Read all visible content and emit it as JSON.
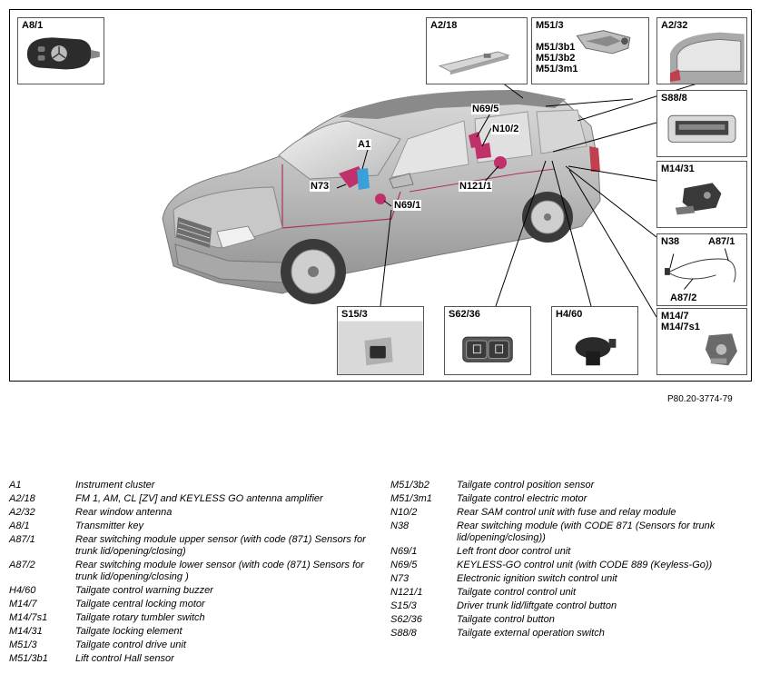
{
  "figure": {
    "boxes": {
      "a81": "A8/1",
      "a218": "A2/18",
      "m513": "M51/3\n\nM51/3b1\nM51/3b2\nM51/3m1",
      "a232": "A2/32",
      "s888": "S88/8",
      "m1431": "M14/31",
      "n38": "N38",
      "a871": "A87/1",
      "a872": "A87/2",
      "m147": "M14/7\nM14/7s1",
      "s153": "S15/3",
      "s6236": "S62/36",
      "h460": "H4/60"
    },
    "refs": {
      "n695": "N69/5",
      "n102": "N10/2",
      "a1": "A1",
      "n73": "N73",
      "n691": "N69/1",
      "n1211": "N121/1"
    },
    "code": "P80.20-3774-79"
  },
  "legend": {
    "left": [
      {
        "k": "A1",
        "v": "Instrument cluster"
      },
      {
        "k": "A2/18",
        "v": "FM 1, AM, CL [ZV] and KEYLESS GO antenna amplifier"
      },
      {
        "k": "A2/32",
        "v": "Rear window antenna"
      },
      {
        "k": "A8/1",
        "v": "Transmitter key"
      },
      {
        "k": "A87/1",
        "v": "Rear switching module upper sensor (with code (871) Sensors for trunk lid/opening/closing)"
      },
      {
        "k": "A87/2",
        "v": "Rear switching module lower sensor (with code (871) Sensors for trunk lid/opening/closing )"
      },
      {
        "k": "H4/60",
        "v": "Tailgate control warning buzzer"
      },
      {
        "k": "M14/7",
        "v": "Tailgate central locking motor"
      },
      {
        "k": "M14/7s1",
        "v": "Tailgate rotary tumbler switch"
      },
      {
        "k": "M14/31",
        "v": "Tailgate locking element"
      },
      {
        "k": "M51/3",
        "v": "Tailgate control drive unit"
      },
      {
        "k": "M51/3b1",
        "v": "Lift control Hall sensor"
      }
    ],
    "right": [
      {
        "k": "M51/3b2",
        "v": "Tailgate control position sensor"
      },
      {
        "k": "M51/3m1",
        "v": "Tailgate control electric motor"
      },
      {
        "k": "N10/2",
        "v": "Rear SAM control unit with fuse and relay module"
      },
      {
        "k": "N38",
        "v": "Rear switching module (with CODE 871 (Sensors for trunk lid/opening/closing))"
      },
      {
        "k": "N69/1",
        "v": "Left front door control unit"
      },
      {
        "k": "N69/5",
        "v": "KEYLESS-GO control unit (with CODE 889 (Keyless-Go))"
      },
      {
        "k": "N73",
        "v": "Electronic ignition switch control unit"
      },
      {
        "k": "N121/1",
        "v": "Tailgate control control unit"
      },
      {
        "k": "S15/3",
        "v": "Driver trunk lid/liftgate control button"
      },
      {
        "k": "S62/36",
        "v": "Tailgate control button"
      },
      {
        "k": "S88/8",
        "v": "Tailgate external operation switch"
      }
    ]
  }
}
